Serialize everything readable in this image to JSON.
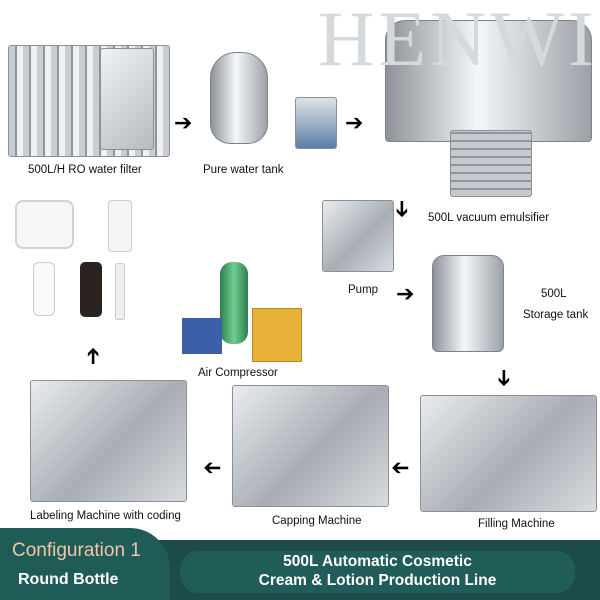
{
  "watermark": "HENWI",
  "labels": {
    "ro_filter": "500L/H RO water filter",
    "pure_tank": "Pure water tank",
    "emulsifier": "500L vacuum emulsifier",
    "pump": "Pump",
    "storage_size": "500L",
    "storage": "Storage tank",
    "compressor": "Air Compressor",
    "labeling": "Labeling Machine with coding",
    "capping": "Capping Machine",
    "filling": "Filling Machine"
  },
  "banner": {
    "config": "Configuration 1",
    "bottle": "Round Bottle",
    "title_line1": "500L Automatic Cosmetic",
    "title_line2": "Cream & Lotion Production Line"
  },
  "colors": {
    "banner_dark": "#1c4b4a",
    "banner_tab": "#1f5b57",
    "config_text": "#f0c7a8"
  }
}
